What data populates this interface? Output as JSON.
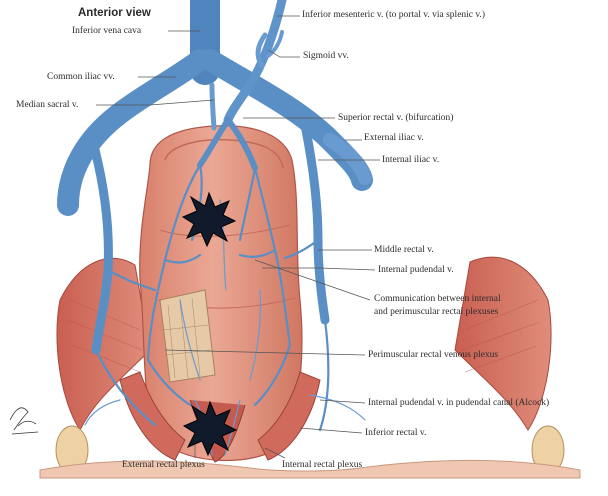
{
  "title": "Anterior view",
  "labels": {
    "inferior_mesenteric": "Inferior mesenteric v. (to portal v. via splenic v.)",
    "inferior_vena_cava": "Inferior vena cava",
    "sigmoid": "Sigmoid vv.",
    "common_iliac": "Common iliac vv.",
    "median_sacral": "Median sacral v.",
    "superior_rectal": "Superior rectal v. (bifurcation)",
    "external_iliac": "External iliac v.",
    "internal_iliac": "Internal iliac v.",
    "middle_rectal": "Middle rectal v.",
    "internal_pudendal": "Internal pudendal v.",
    "communication_line1": "Communication between internal",
    "communication_line2": "and perimuscular rectal plexuses",
    "perimuscular": "Perimuscular rectal venous plexus",
    "pudendal_canal": "Internal pudendal v. in pudendal canal (Alcock)",
    "inferior_rectal": "Inferior rectal v.",
    "external_plexus": "External rectal plexus",
    "internal_plexus": "Internal rectal plexus"
  },
  "signature": "F.Netter",
  "colors": {
    "vein": "#5b8fc4",
    "vein_dark": "#3f6fa3",
    "rectum": "#e39a84",
    "muscle": "#d67466",
    "marker": "#101a2a"
  }
}
